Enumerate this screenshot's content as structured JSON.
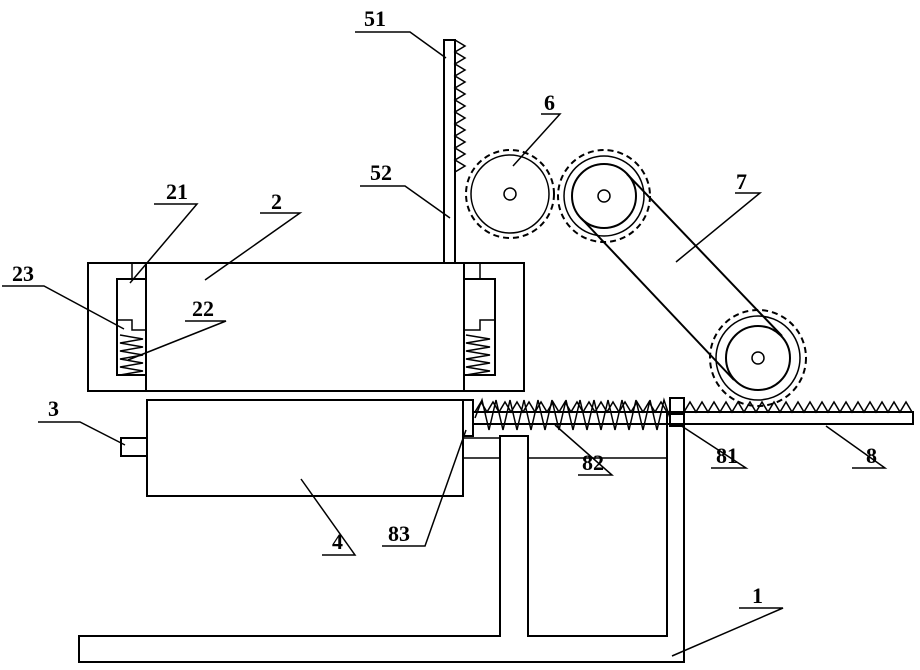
{
  "diagram": {
    "labels": {
      "l51": "51",
      "l6": "6",
      "l52": "52",
      "l7": "7",
      "l21": "21",
      "l2": "2",
      "l23": "23",
      "l22": "22",
      "l3": "3",
      "l82": "82",
      "l81": "81",
      "l8": "8",
      "l4": "4",
      "l83": "83",
      "l1": "1"
    }
  }
}
